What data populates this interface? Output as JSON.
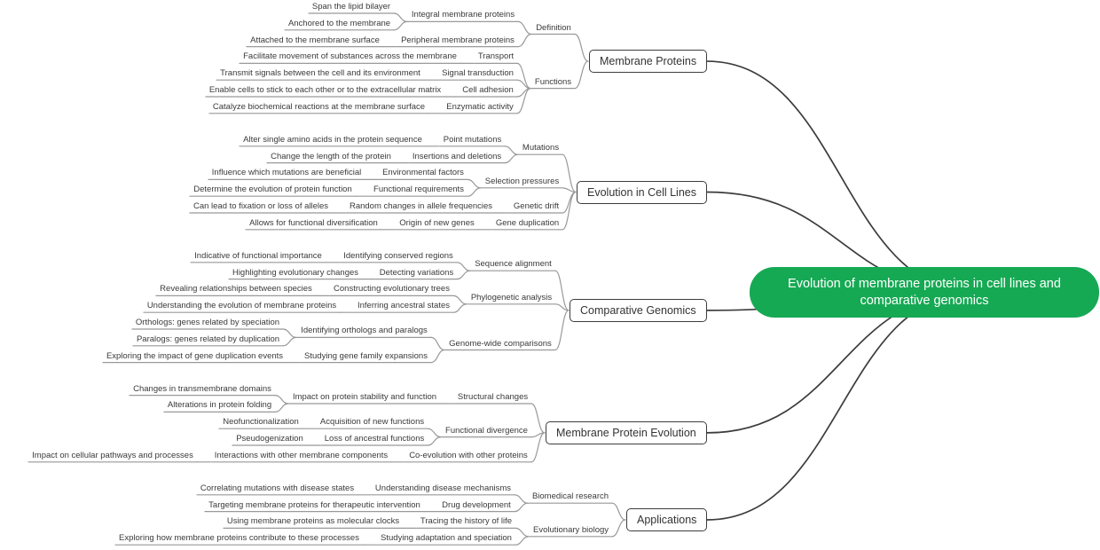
{
  "root": {
    "label": "Evolution of membrane proteins in cell lines and comparative genomics"
  },
  "colors": {
    "root_fill": "#16a954",
    "root_text": "#ffffff",
    "root_link": "#3c3c3c",
    "branch_border": "#3d3d3d",
    "branch_text": "#333333",
    "label_text": "#3a3a3a",
    "line": "#999999"
  },
  "branches": [
    {
      "label": "Membrane Proteins",
      "children": [
        {
          "label": "Definition",
          "children": [
            {
              "label": "Integral membrane proteins",
              "children": [
                {
                  "label": "Span the lipid bilayer"
                },
                {
                  "label": "Anchored to the membrane"
                }
              ]
            },
            {
              "label": "Peripheral membrane proteins",
              "children": [
                {
                  "label": "Attached to the membrane surface"
                }
              ]
            }
          ]
        },
        {
          "label": "Functions",
          "children": [
            {
              "label": "Transport",
              "children": [
                {
                  "label": "Facilitate movement of substances across the membrane"
                }
              ]
            },
            {
              "label": "Signal transduction",
              "children": [
                {
                  "label": "Transmit signals between the cell and its environment"
                }
              ]
            },
            {
              "label": "Cell adhesion",
              "children": [
                {
                  "label": "Enable cells to stick to each other or to the extracellular matrix"
                }
              ]
            },
            {
              "label": "Enzymatic activity",
              "children": [
                {
                  "label": "Catalyze biochemical reactions at the membrane surface"
                }
              ]
            }
          ]
        }
      ]
    },
    {
      "label": "Evolution in Cell Lines",
      "children": [
        {
          "label": "Mutations",
          "children": [
            {
              "label": "Point mutations",
              "children": [
                {
                  "label": "Alter single amino acids in the protein sequence"
                }
              ]
            },
            {
              "label": "Insertions and deletions",
              "children": [
                {
                  "label": "Change the length of the protein"
                }
              ]
            }
          ]
        },
        {
          "label": "Selection pressures",
          "children": [
            {
              "label": "Environmental factors",
              "children": [
                {
                  "label": "Influence which mutations are beneficial"
                }
              ]
            },
            {
              "label": "Functional requirements",
              "children": [
                {
                  "label": "Determine the evolution of protein function"
                }
              ]
            }
          ]
        },
        {
          "label": "Genetic drift",
          "children": [
            {
              "label": "Random changes in allele frequencies",
              "children": [
                {
                  "label": "Can lead to fixation or loss of alleles"
                }
              ]
            }
          ]
        },
        {
          "label": "Gene duplication",
          "children": [
            {
              "label": "Origin of new genes",
              "children": [
                {
                  "label": "Allows for functional diversification"
                }
              ]
            }
          ]
        }
      ]
    },
    {
      "label": "Comparative Genomics",
      "children": [
        {
          "label": "Sequence alignment",
          "children": [
            {
              "label": "Identifying conserved regions",
              "children": [
                {
                  "label": "Indicative of functional importance"
                }
              ]
            },
            {
              "label": "Detecting variations",
              "children": [
                {
                  "label": "Highlighting evolutionary changes"
                }
              ]
            }
          ]
        },
        {
          "label": "Phylogenetic analysis",
          "children": [
            {
              "label": "Constructing evolutionary trees",
              "children": [
                {
                  "label": "Revealing relationships between species"
                }
              ]
            },
            {
              "label": "Inferring ancestral states",
              "children": [
                {
                  "label": "Understanding the evolution of membrane proteins"
                }
              ]
            }
          ]
        },
        {
          "label": "Genome-wide comparisons",
          "children": [
            {
              "label": "Identifying orthologs and paralogs",
              "children": [
                {
                  "label": "Orthologs: genes related by speciation"
                },
                {
                  "label": "Paralogs: genes related by duplication"
                }
              ]
            },
            {
              "label": "Studying gene family expansions",
              "children": [
                {
                  "label": "Exploring the impact of gene duplication events"
                }
              ]
            }
          ]
        }
      ]
    },
    {
      "label": "Membrane Protein Evolution",
      "children": [
        {
          "label": "Structural changes",
          "children": [
            {
              "label": "Impact on protein stability and function",
              "children": [
                {
                  "label": "Changes in transmembrane domains"
                },
                {
                  "label": "Alterations in protein folding"
                }
              ]
            }
          ]
        },
        {
          "label": "Functional divergence",
          "children": [
            {
              "label": "Acquisition of new functions",
              "children": [
                {
                  "label": "Neofunctionalization"
                }
              ]
            },
            {
              "label": "Loss of ancestral functions",
              "children": [
                {
                  "label": "Pseudogenization"
                }
              ]
            }
          ]
        },
        {
          "label": "Co-evolution with other proteins",
          "children": [
            {
              "label": "Interactions with other membrane components",
              "children": [
                {
                  "label": "Impact on cellular pathways and processes"
                }
              ]
            }
          ]
        }
      ]
    },
    {
      "label": "Applications",
      "children": [
        {
          "label": "Biomedical research",
          "children": [
            {
              "label": "Understanding disease mechanisms",
              "children": [
                {
                  "label": "Correlating mutations with disease states"
                }
              ]
            },
            {
              "label": "Drug development",
              "children": [
                {
                  "label": "Targeting membrane proteins for therapeutic intervention"
                }
              ]
            }
          ]
        },
        {
          "label": "Evolutionary biology",
          "children": [
            {
              "label": "Tracing the history of life",
              "children": [
                {
                  "label": "Using membrane proteins as molecular clocks"
                }
              ]
            },
            {
              "label": "Studying adaptation and speciation",
              "children": [
                {
                  "label": "Exploring how membrane proteins contribute to these processes"
                }
              ]
            }
          ]
        }
      ]
    }
  ]
}
